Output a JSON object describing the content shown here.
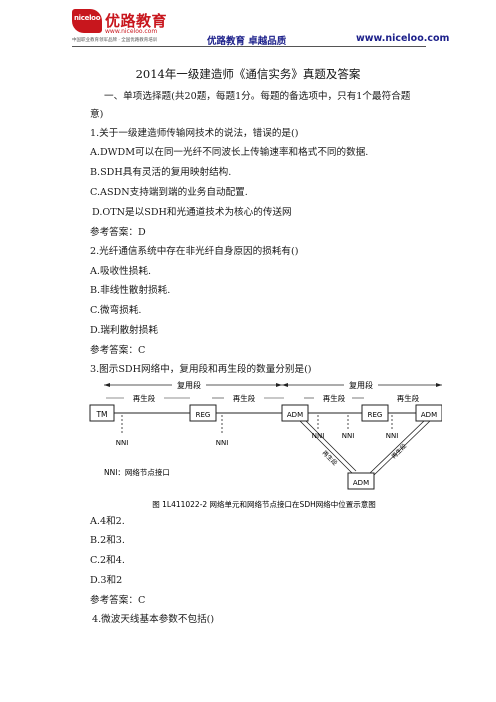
{
  "header": {
    "logo_badge": "niceloo",
    "logo_name": "优路教育",
    "logo_url": "www.niceloo.com",
    "logo_slogan": "中国职业教育领军品牌 · 全国优路教育培训",
    "brand_slogan": "优路教育   卓越品质",
    "site_url": "www.niceloo.com"
  },
  "doc": {
    "title": "2014年一级建造师《通信实务》真题及答案",
    "section_intro_1": "一、单项选择题(共20题，每题1分。每题的备选项中，只有1个最符合题",
    "section_intro_2": "意)",
    "q1": {
      "stem": "1.关于一级建造师传输网技术的说法，错误的是()",
      "options": [
        "A.DWDM可以在同一光纤不同波长上传输速率和格式不同的数据.",
        "B.SDH具有灵活的复用映射结构.",
        "C.ASDN支持端到端的业务自动配置.",
        "D.OTN是以SDH和光通道技术为核心的传送网"
      ],
      "answer": "参考答案：D"
    },
    "q2": {
      "stem": "2.光纤通信系统中存在非光纤自身原因的损耗有()",
      "options": [
        "A.吸收性损耗.",
        "B.非线性散射损耗.",
        "C.微弯损耗.",
        "D.瑞利散射损耗"
      ],
      "answer": "参考答案：C"
    },
    "q3": {
      "stem": "3.图示SDH网络中，复用段和再生段的数量分别是()",
      "options": [
        "A.4和2.",
        "B.2和3.",
        "C.2和4.",
        "D.3和2"
      ],
      "answer": "参考答案：C"
    },
    "q4": {
      "stem": "4.微波天线基本参数不包括()"
    }
  },
  "figure": {
    "multiplex_label": "复用段",
    "regen_label": "再生段",
    "node_tm": "TM",
    "node_reg": "REG",
    "node_adm": "ADM",
    "nni": "NNI",
    "nni_legend": "NNI：网络节点接口",
    "caption": "图 1L411022-2   网络单元和网络节点接口在SDH网络中位置示意图",
    "colors": {
      "line": "#222222"
    }
  }
}
